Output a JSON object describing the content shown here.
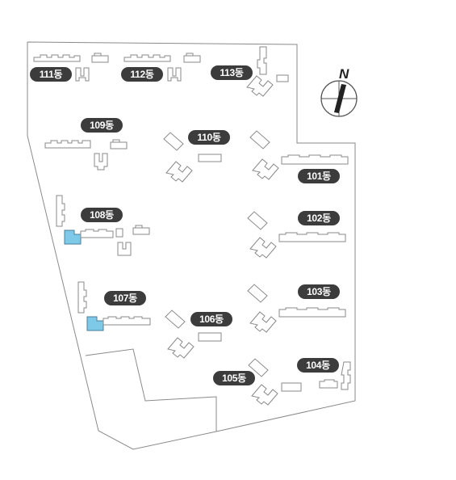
{
  "map": {
    "compass_letter": "N",
    "highlight_color": "#7ec8e8",
    "buildings": [
      {
        "key": "b111",
        "label": "111동"
      },
      {
        "key": "b112",
        "label": "112동"
      },
      {
        "key": "b113",
        "label": "113동"
      },
      {
        "key": "b109",
        "label": "109동"
      },
      {
        "key": "b110",
        "label": "110동"
      },
      {
        "key": "b101",
        "label": "101동"
      },
      {
        "key": "b108",
        "label": "108동"
      },
      {
        "key": "b102",
        "label": "102동"
      },
      {
        "key": "b107",
        "label": "107동"
      },
      {
        "key": "b106",
        "label": "106동"
      },
      {
        "key": "b103",
        "label": "103동"
      },
      {
        "key": "b104",
        "label": "104동"
      },
      {
        "key": "b105",
        "label": "105동"
      }
    ]
  }
}
